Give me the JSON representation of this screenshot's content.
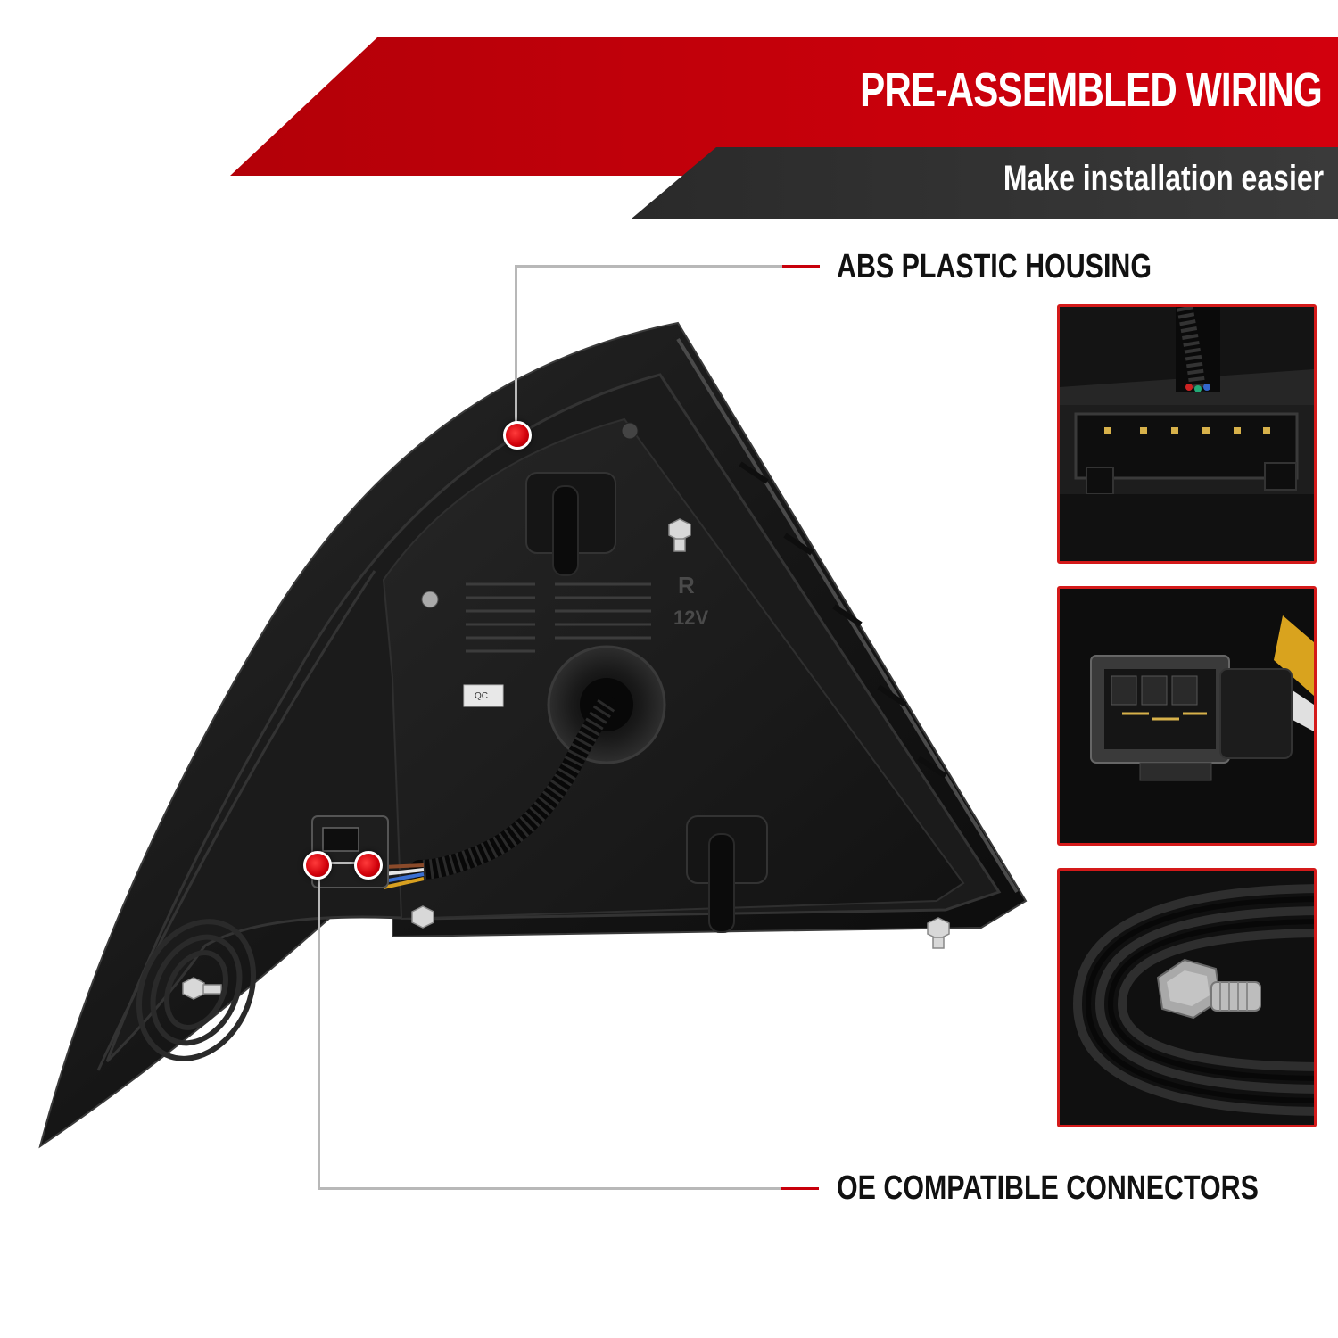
{
  "banner": {
    "headline": "PRE-ASSEMBLED WIRING",
    "subline": "Make installation easier",
    "accent_color": "#c8000b",
    "dark_color": "#333333"
  },
  "callouts": [
    {
      "label": "ABS PLASTIC HOUSING"
    },
    {
      "label": "OE COMPATIBLE CONNECTORS"
    }
  ],
  "housing_label": {
    "qc": "QC",
    "right_mark": "R",
    "voltage": "12V"
  },
  "insets": [
    {
      "subject": "wiring-plug-closeup"
    },
    {
      "subject": "connector-closeup"
    },
    {
      "subject": "mounting-stud-closeup"
    }
  ]
}
